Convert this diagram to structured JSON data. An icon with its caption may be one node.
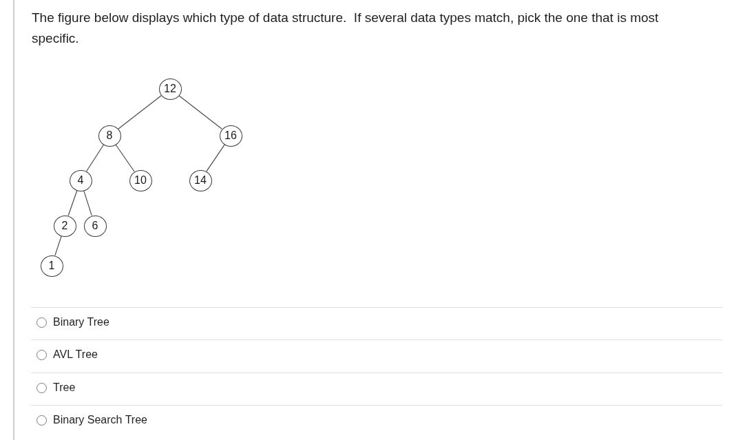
{
  "diagram": {
    "nodes": [
      {
        "text": [
          "12"
        ]
      },
      {
        "text": [
          "8"
        ]
      },
      {
        "text": [
          "16"
        ]
      },
      {
        "text": [
          "4"
        ]
      },
      {
        "text": [
          "10"
        ]
      },
      {
        "text": [
          "14"
        ]
      },
      {
        "text": [
          "2"
        ]
      },
      {
        "text": [
          "6"
        ]
      },
      {
        "text": [
          "1"
        ]
      }
    ],
    "edges": [
      {
        "from": 0,
        "to": 1,
        "arrow": "none"
      },
      {
        "from": 0,
        "to": 2,
        "arrow": "none"
      },
      {
        "from": 1,
        "to": 3,
        "arrow": "none"
      },
      {
        "from": 1,
        "to": 4,
        "arrow": "none"
      },
      {
        "from": 2,
        "to": 5,
        "arrow": "none"
      },
      {
        "from": 3,
        "to": 6,
        "arrow": "none"
      },
      {
        "from": 3,
        "to": 7,
        "arrow": "none"
      },
      {
        "from": 6,
        "to": 8,
        "arrow": "none"
      }
    ],
    "labels": [
      "The figure below displays which type of data structure.  If several data types match, pick the one that is most specific.",
      "Binary Tree",
      "AVL Tree",
      "Tree",
      "Binary Search Tree"
    ]
  }
}
